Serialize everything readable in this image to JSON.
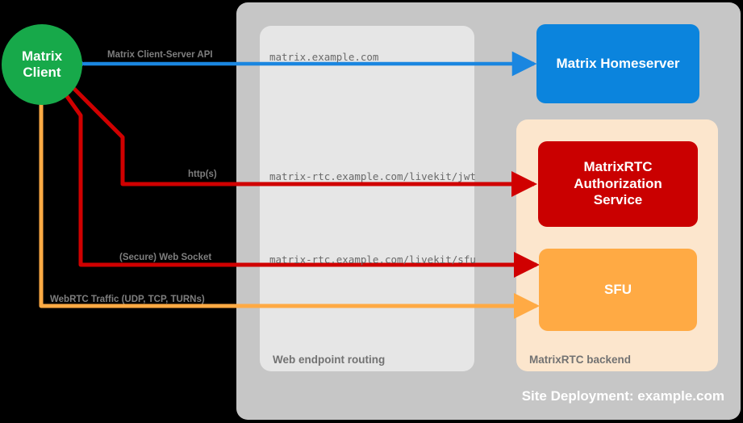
{
  "diagram": {
    "title": "Site Deployment: example.com",
    "client": {
      "line1": "Matrix",
      "line2": "Client",
      "color": "#17a94a"
    },
    "containers": {
      "site": {
        "caption": "Site Deployment: example.com",
        "color": "#c6c6c6"
      },
      "web_routing": {
        "caption": "Web endpoint routing",
        "color": "#e6e6e6"
      },
      "rtc_backend": {
        "caption": "MatrixRTC backend",
        "color": "#fce6cd"
      }
    },
    "services": [
      {
        "name": "homeserver",
        "label": "Matrix Homeserver",
        "color": "#0b84dd"
      },
      {
        "name": "auth-service",
        "label_line1": "MatrixRTC",
        "label_line2": "Authorization",
        "label_line3": "Service",
        "color": "#ca0000"
      },
      {
        "name": "sfu",
        "label": "SFU",
        "color": "#ffaa44"
      }
    ],
    "endpoints": [
      {
        "name": "matrix-host",
        "url": "matrix.example.com"
      },
      {
        "name": "livekit-jwt",
        "url": "matrix-rtc.example.com/livekit/jwt"
      },
      {
        "name": "livekit-sfu",
        "url": "matrix-rtc.example.com/livekit/sfu"
      }
    ],
    "flows": [
      {
        "name": "client-server-api",
        "label": "Matrix Client-Server API",
        "color": "#1a86e0",
        "direction": "bidirectional"
      },
      {
        "name": "https",
        "label": "http(s)",
        "color": "#e00000",
        "direction": "bidirectional"
      },
      {
        "name": "web-socket",
        "label": "(Secure) Web Socket",
        "color": "#e00000",
        "direction": "bidirectional"
      },
      {
        "name": "webrtc-traffic",
        "label": "WebRTC Traffic (UDP, TCP, TURNs)",
        "color": "#ffaa44",
        "direction": "bidirectional"
      }
    ]
  }
}
